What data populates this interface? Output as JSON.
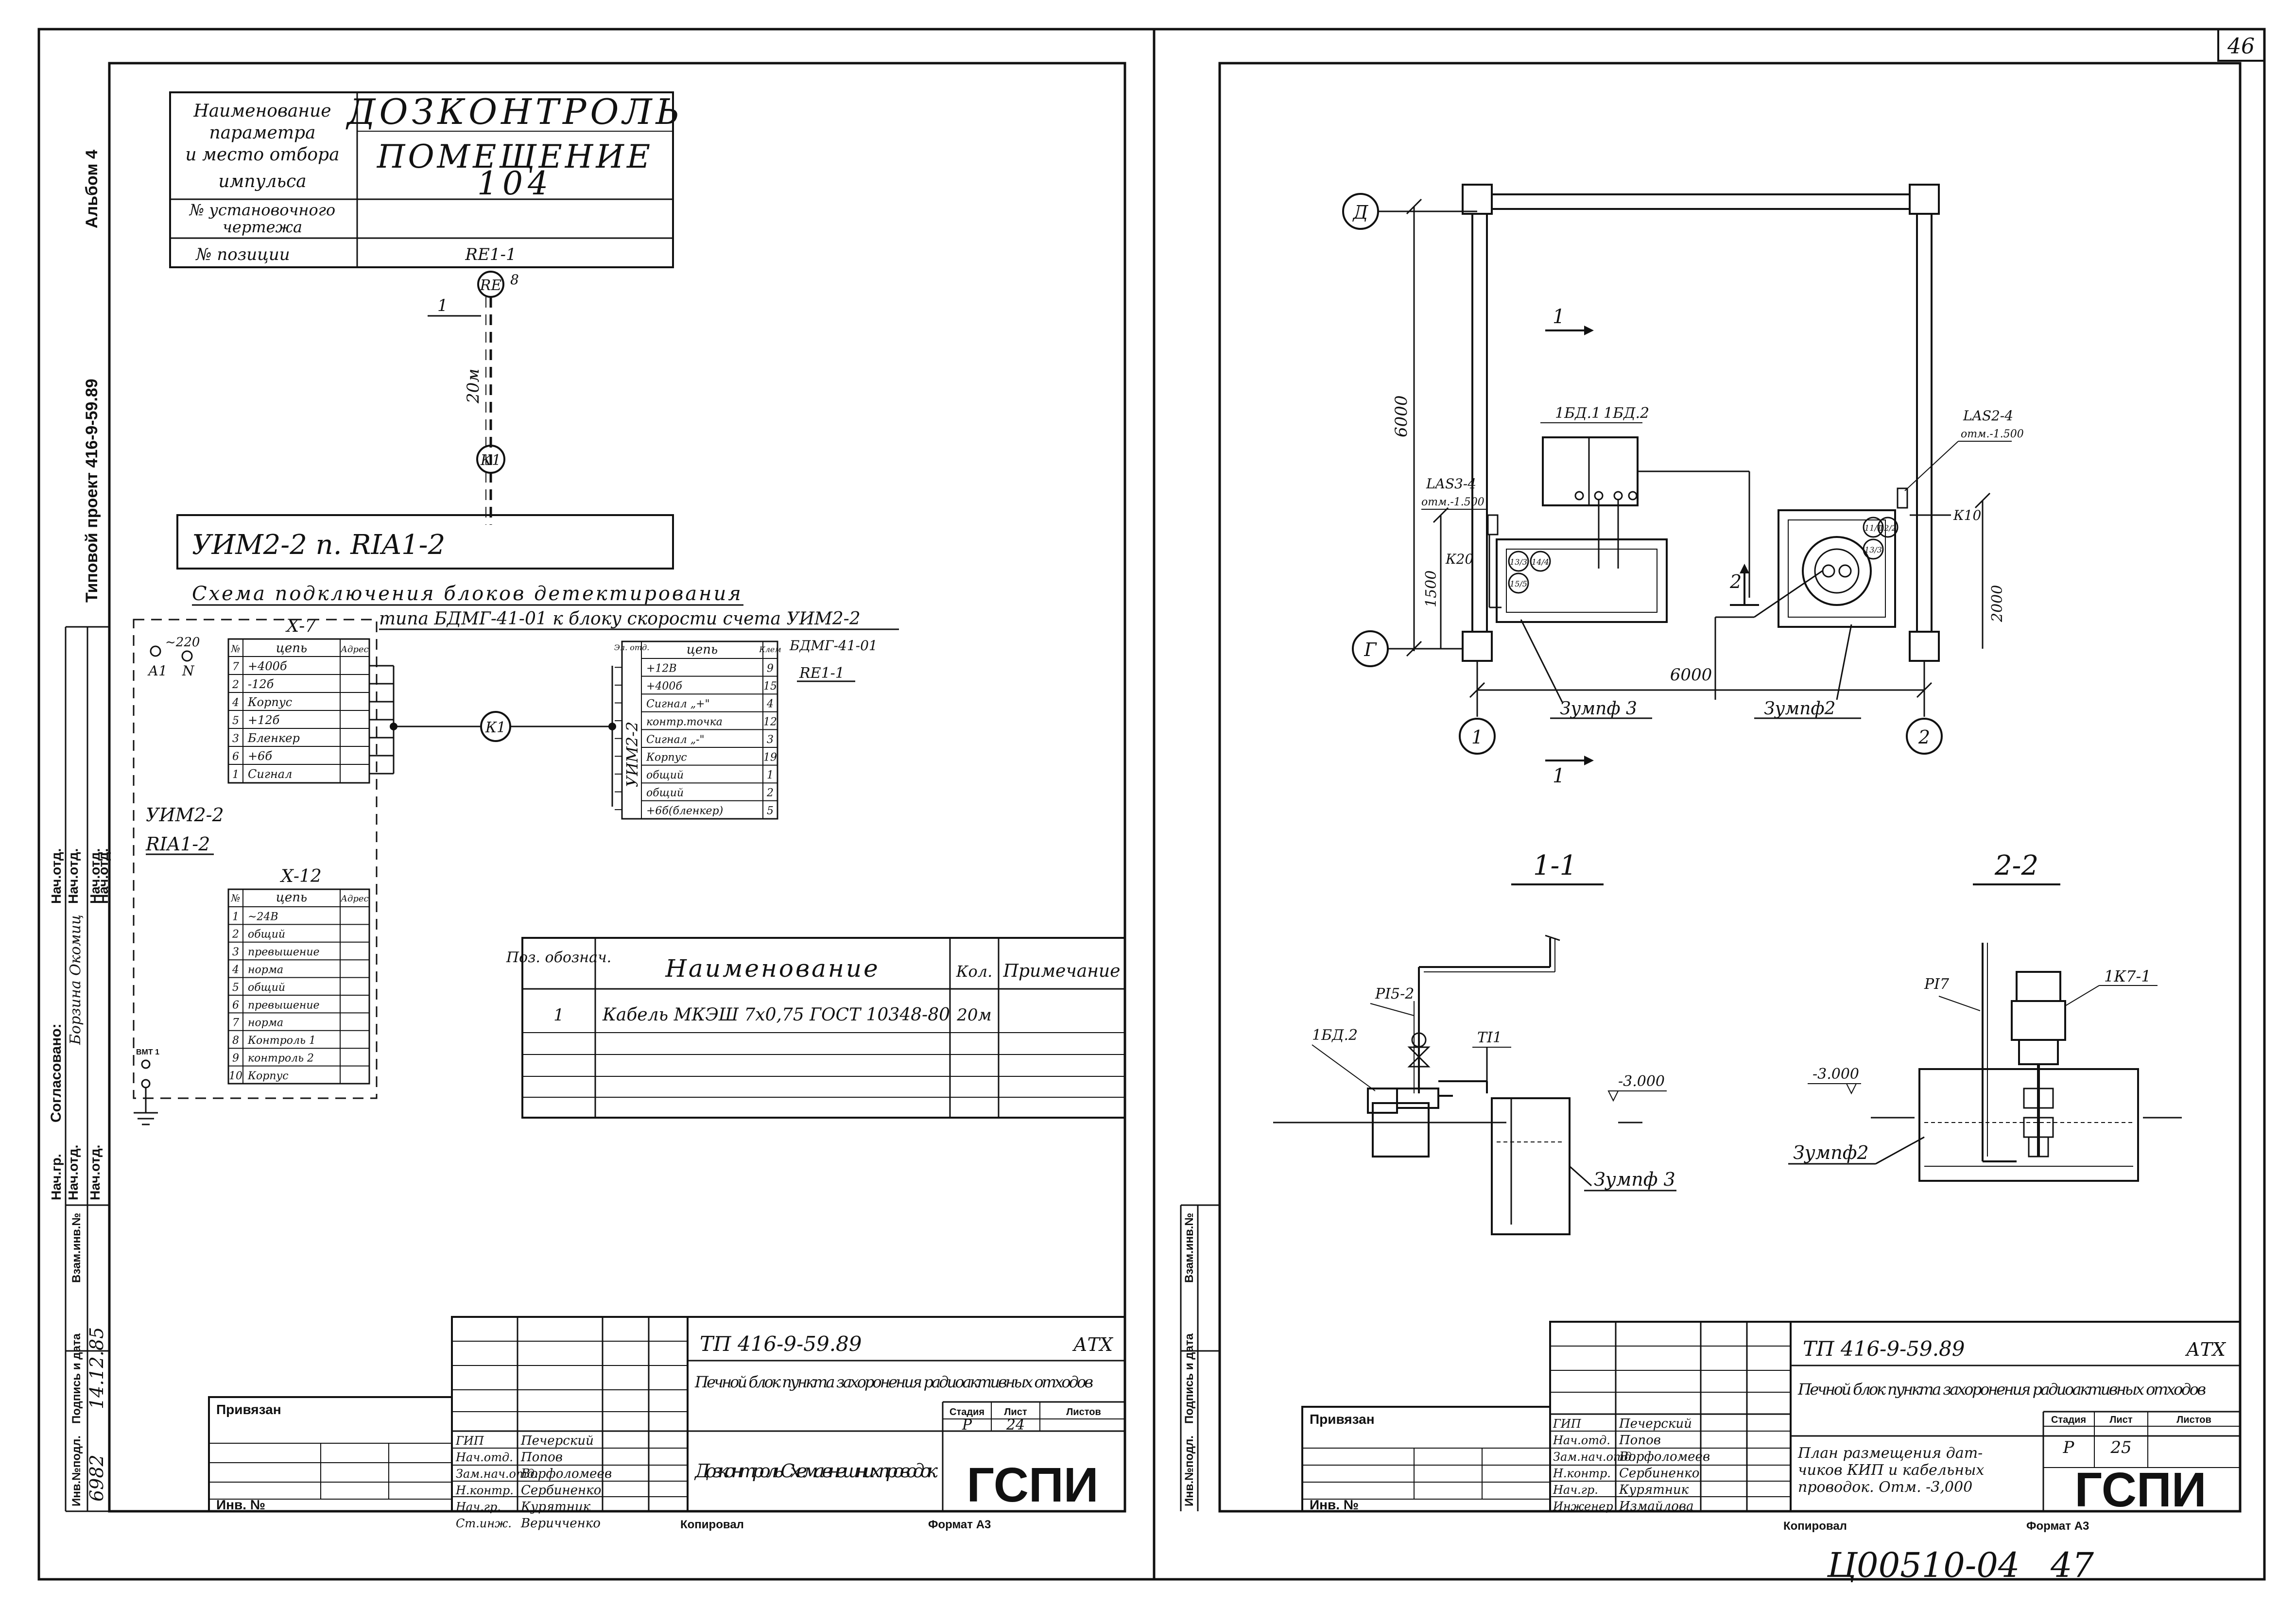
{
  "sheet_number": "46",
  "bottom_handwriting": {
    "code": "Ц00510-04",
    "page": "47"
  },
  "left_strip": {
    "album": "Альбом 4",
    "project": "Типовой проект 416-9-59.89",
    "approvals": [
      "Нач.отд.",
      "Нач.отд.",
      "Нач.отд.",
      "Нач.отд."
    ],
    "agreed": "Согласовано:",
    "agreed_sign": "Борзина Окомиц",
    "roles": [
      "Нач.гр.",
      "Нач.отд.",
      "Нач.отд."
    ],
    "inv_headers": [
      "Инв.№подл.",
      "Подпись и дата",
      "Взам.инв.№"
    ],
    "inv_value": "6982",
    "date_value": "14.12.85"
  },
  "right_strip": {
    "inv_headers": [
      "Инв.№подл.",
      "Подпись и дата",
      "Взам.инв.№"
    ]
  },
  "left_sheet": {
    "param_table": {
      "row1_label": "Наименование параметра и место отбора импульса",
      "row1_label_lines": [
        "Наименование",
        "параметра",
        "и место отбора",
        "импульса"
      ],
      "title1": "ДОЗКОНТРОЛЬ",
      "title2": "ПОМЕЩЕНИЕ",
      "title3": "104",
      "row2_label_lines": [
        "№ установочного",
        "чертежа"
      ],
      "row3_label": "№ позиции",
      "row3_value": "RE1-1"
    },
    "schema": {
      "re_label": "RE",
      "re_suffix": "8",
      "line_num": "1",
      "length": "20м",
      "k1": "К1",
      "uim_bar": "УИМ2-2 п. RIA1-2",
      "caption1": "Схема подключения блоков детектирования",
      "caption2": "типа БДМГ-41-01 к блоку скорости счета УИМ2-2",
      "power": "~220",
      "a1": "А1",
      "n": "N",
      "x7_title": "Х-7",
      "x7_headers": [
        "№",
        "цепь",
        "Адрес"
      ],
      "x7_rows": [
        [
          "7",
          "+400б"
        ],
        [
          "2",
          "-12б"
        ],
        [
          "4",
          "Корпус"
        ],
        [
          "5",
          "+12б"
        ],
        [
          "3",
          "Бленкер"
        ],
        [
          "6",
          "+6б"
        ],
        [
          "1",
          "Сигнал"
        ]
      ],
      "k1_mid": "К1",
      "uim_label": "УИМ2-2",
      "ria_label": "RIA1-2",
      "x12_title": "Х-12",
      "x12_headers": [
        "№",
        "цепь",
        "Адрес"
      ],
      "x12_rows": [
        [
          "1",
          "~24В"
        ],
        [
          "2",
          "общий"
        ],
        [
          "3",
          "превышение"
        ],
        [
          "4",
          "норма"
        ],
        [
          "5",
          "общий"
        ],
        [
          "6",
          "превышение"
        ],
        [
          "7",
          "норма"
        ],
        [
          "8",
          "Контроль 1"
        ],
        [
          "9",
          "контроль 2"
        ],
        [
          "10",
          "Корпус"
        ]
      ],
      "bmt_label": "ВМТ 1",
      "bd_headers": [
        "Эл. отд.",
        "цепь",
        "Клем"
      ],
      "bd_title": "БДМГ-41-01",
      "bd_subtitle": "RE1-1",
      "bd_vertical": "УИМ2-2",
      "bd_rows": [
        [
          "+12В",
          "9"
        ],
        [
          "+400б",
          "15"
        ],
        [
          "Сигнал „+\"",
          "4"
        ],
        [
          "контр.точка",
          "12"
        ],
        [
          "Сигнал „-\"",
          "3"
        ],
        [
          "Корпус",
          "19"
        ],
        [
          "общий",
          "1"
        ],
        [
          "общий",
          "2"
        ],
        [
          "+6б(бленкер)",
          "5"
        ]
      ]
    },
    "spec_table": {
      "headers": [
        "Поз. обознач.",
        "Наименование",
        "Кол.",
        "Примечание"
      ],
      "rows": [
        [
          "1",
          "Кабель МКЭШ 7х0,75 ГОСТ 10348-80",
          "20м",
          ""
        ]
      ]
    },
    "title_block": {
      "code": "ТП 416-9-59.89",
      "mark": "АТХ",
      "object": "Печной блок пункта захоронения радиоактивных отходов",
      "stage_headers": [
        "Стадия",
        "Лист",
        "Листов"
      ],
      "stage": "Р",
      "sheet": "24",
      "sheets": "",
      "drawing_title": "Дозконтроль Схема внешних проводок",
      "org": "ГСПИ",
      "privyazan": "Привязан",
      "inv": "Инв. №",
      "kopiroval": "Копировал",
      "format": "Формат А3",
      "signers": [
        [
          "ГИП",
          "Печерский"
        ],
        [
          "Нач.отд.",
          "Попов"
        ],
        [
          "Зам.нач.отд.",
          "Ворфоломеев"
        ],
        [
          "Н.контр.",
          "Сербиненко"
        ],
        [
          "Нач.гр.",
          "Курятник"
        ],
        [
          "Ст.инж.",
          "Веричченко"
        ]
      ]
    }
  },
  "right_sheet": {
    "plan": {
      "axis_d": "Д",
      "axis_g": "Г",
      "axis_1": "1",
      "axis_2": "2",
      "dim_v": "6000",
      "dim_h": "6000",
      "dim_1500": "1500",
      "dim_2000": "2000",
      "section1": "1",
      "section2": "2",
      "bd1": "1БД.1",
      "bd2": "1БД.2",
      "las3": "LAS3-4",
      "las3_mark": "отм.-1.500",
      "las2": "LAS2-4",
      "las2_mark": "отм.-1.500",
      "k20": "К20",
      "k10": "К10",
      "tank3": "Зумпф 3",
      "tank2": "Зумпф2",
      "circles3": [
        "13/3",
        "14/4",
        "15/5"
      ],
      "circles2": [
        "11/1",
        "12/2",
        "13/3"
      ]
    },
    "sec11": {
      "title": "1-1",
      "pi": "PI5-2",
      "ti": "TI1",
      "bd": "1БД.2",
      "level": "-3.000",
      "tank": "Зумпф 3"
    },
    "sec22": {
      "title": "2-2",
      "pi": "PI7",
      "pump": "1К7-1",
      "level": "-3.000",
      "tank": "Зумпф2"
    },
    "title_block": {
      "code": "ТП 416-9-59.89",
      "mark": "АТХ",
      "object": "Печной блок пункта захоронения радиоактивных отходов",
      "stage_headers": [
        "Стадия",
        "Лист",
        "Листов"
      ],
      "stage": "Р",
      "sheet": "25",
      "sheets": "",
      "drawing_title_lines": [
        "План размещения дат-",
        "чиков КИП и кабельных",
        "проводок. Отм. -3,000"
      ],
      "org": "ГСПИ",
      "privyazan": "Привязан",
      "inv": "Инв. №",
      "kopiroval": "Копировал",
      "format": "Формат А3",
      "signers": [
        [
          "ГИП",
          "Печерский"
        ],
        [
          "Нач.отд.",
          "Попов"
        ],
        [
          "Зам.нач.отд.",
          "Ворфоломеев"
        ],
        [
          "Н.контр.",
          "Сербиненко"
        ],
        [
          "Нач.гр.",
          "Курятник"
        ],
        [
          "Инженер",
          "Измайлова"
        ]
      ]
    }
  }
}
